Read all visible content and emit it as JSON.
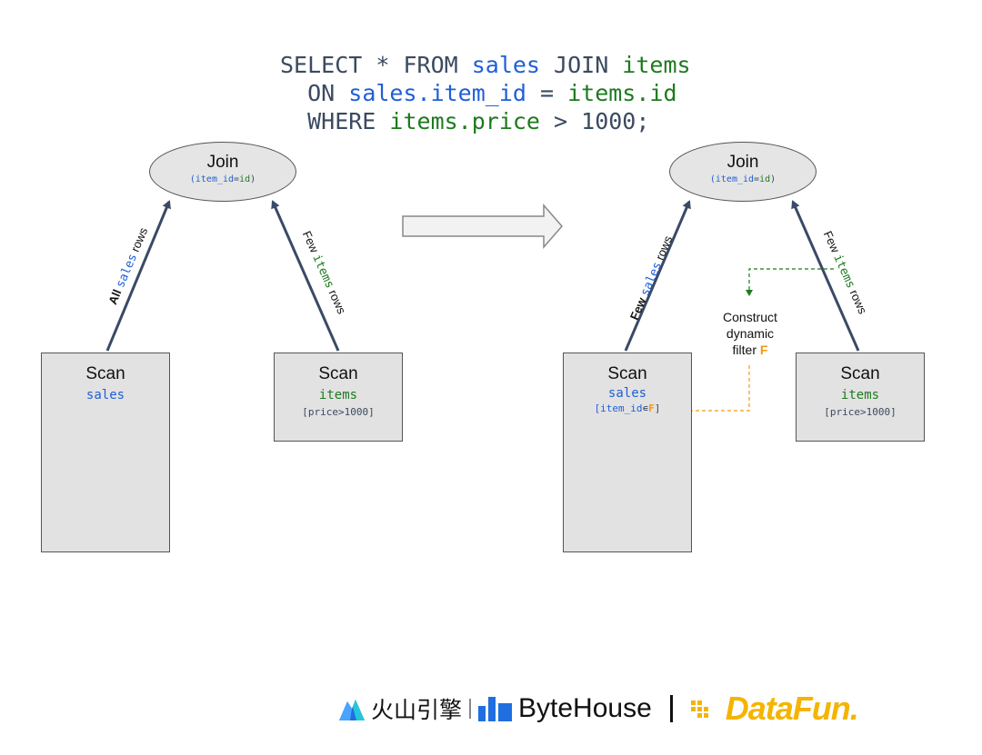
{
  "sql": {
    "line1": {
      "kw1": "SELECT * FROM ",
      "t1": "sales",
      "kw2": " JOIN ",
      "t2": "items"
    },
    "line2": {
      "kw1": "  ON ",
      "t1": "sales.item_id",
      "kw2": " = ",
      "t2": "items.id"
    },
    "line3": {
      "kw1": "  WHERE ",
      "t1": "items.price",
      "kw2": " > 1000;"
    }
  },
  "left_plan": {
    "join": {
      "title": "Join",
      "cond_a": "(item_id",
      "cond_eq": "=",
      "cond_b": "id",
      "cond_c": ")"
    },
    "edge_left": {
      "prefix": "All ",
      "table": "sales",
      "suffix": " rows"
    },
    "edge_right": {
      "prefix": "Few ",
      "table": "items",
      "suffix": " rows"
    },
    "scan_left": {
      "title": "Scan",
      "table": "sales"
    },
    "scan_right": {
      "title": "Scan",
      "table": "items",
      "filter_a": "[price>",
      "filter_b": "1000",
      "filter_c": "]"
    }
  },
  "right_plan": {
    "join": {
      "title": "Join",
      "cond_a": "(item_id",
      "cond_eq": "=",
      "cond_b": "id",
      "cond_c": ")"
    },
    "edge_left": {
      "prefix": "Few ",
      "table": "sales",
      "suffix": " rows"
    },
    "edge_right": {
      "prefix": "Few ",
      "table": "items",
      "suffix": " rows"
    },
    "scan_left": {
      "title": "Scan",
      "table": "sales",
      "filter_a": "[item_id",
      "filter_op": "∊",
      "filter_f": "F",
      "filter_c": "]"
    },
    "scan_right": {
      "title": "Scan",
      "table": "items",
      "filter_a": "[price>",
      "filter_b": "1000",
      "filter_c": "]"
    },
    "construct": {
      "line1": "Construct",
      "line2": "dynamic",
      "line3": "filter ",
      "f": "F"
    }
  },
  "logos": {
    "volcano": "火山引擎",
    "bytehouse": "ByteHouse",
    "datafun": "DataFun."
  },
  "colors": {
    "table_blue": "#1f5fd6",
    "keyword_green": "#1e7a1e",
    "filter_orange": "#f29a13",
    "edge": "#3a4a66"
  }
}
